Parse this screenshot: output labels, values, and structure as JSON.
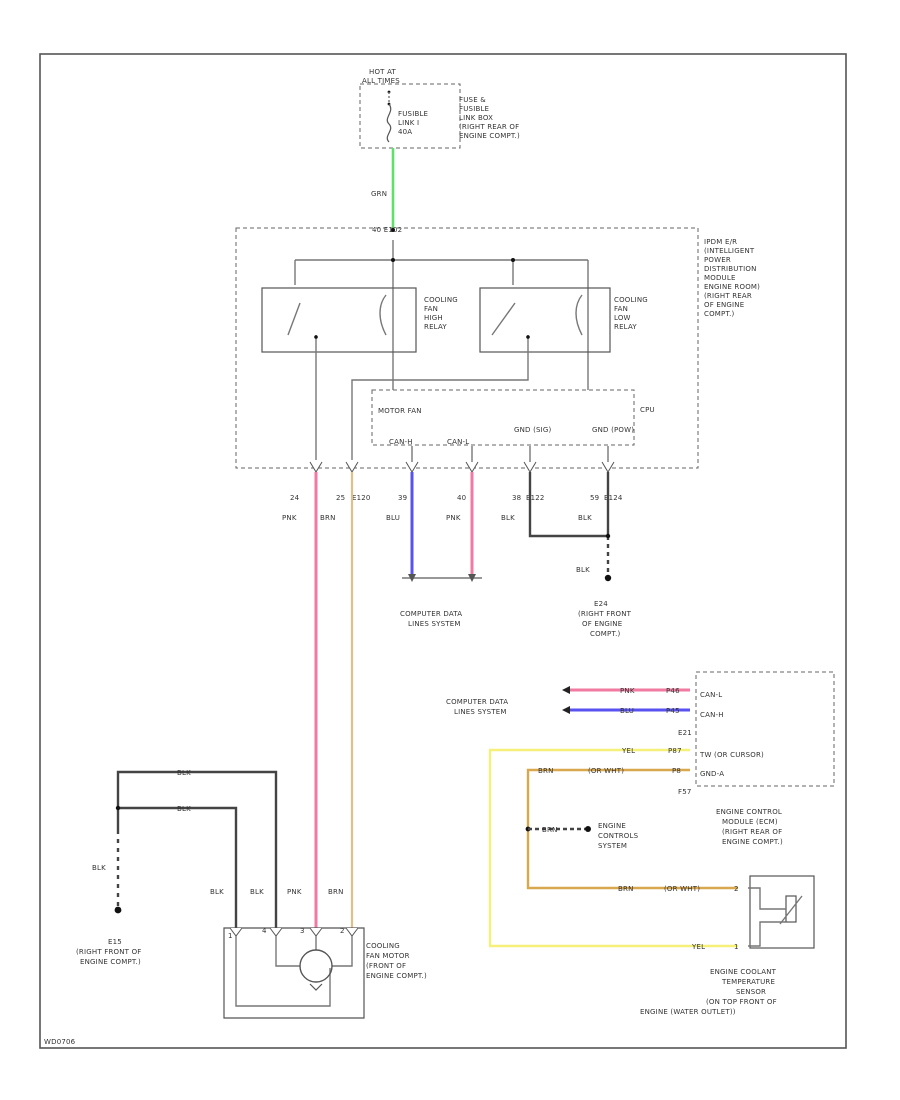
{
  "colors": {
    "pink": "#f07aa0",
    "green": "#5fe06a",
    "blue": "#5a52f0",
    "yellow": "#f4f07a",
    "tan": "#e0c088",
    "orange_tan": "#d9a84e",
    "black_wire": "#444444"
  },
  "battery": {
    "hot_label": [
      "HOT AT",
      "ALL TIMES"
    ],
    "fuse_label": [
      "FUSIBLE",
      "LINK I",
      "40A"
    ],
    "fuse_box_label": [
      "FUSE &",
      "FUSIBLE",
      "LINK BOX",
      "(RIGHT REAR OF",
      "ENGINE COMPT.)"
    ]
  },
  "feed_wire_color": "GRN",
  "ipdm_connector": "40 E102",
  "ipdm_label": [
    "IPDM E/R",
    "(INTELLIGENT",
    "POWER",
    "DISTRIBUTION",
    "MODULE",
    "ENGINE ROOM)",
    "(RIGHT REAR",
    "OF ENGINE",
    "COMPT.)"
  ],
  "high_relay_label": [
    "COOLING",
    "FAN",
    "HIGH",
    "RELAY"
  ],
  "low_relay_label": [
    "COOLING",
    "FAN",
    "LOW",
    "RELAY"
  ],
  "cpu_label": "CPU",
  "motor_fan_label": "MOTOR FAN",
  "cpu_pins": [
    "CAN-H",
    "CAN-L",
    "GND (SIG)",
    "GND (POW)"
  ],
  "ipdm_wires": [
    {
      "pin": "24",
      "conn": "",
      "color": "PNK"
    },
    {
      "pin": "25",
      "conn": "E120",
      "color": "BRN"
    },
    {
      "pin": "39",
      "conn": "",
      "color": "BLU"
    },
    {
      "pin": "40",
      "conn": "",
      "color": "PNK"
    },
    {
      "pin": "38",
      "conn": "E122",
      "color": "BLK"
    },
    {
      "pin": "59",
      "conn": "E124",
      "color": "BLK"
    }
  ],
  "ground_e24": {
    "wire": "BLK",
    "label": [
      "E24",
      "(RIGHT FRONT",
      "OF ENGINE",
      "COMPT.)"
    ]
  },
  "comp_data_1": [
    "COMPUTER DATA",
    "LINES SYSTEM"
  ],
  "comp_data_2": [
    "COMPUTER DATA",
    "LINES SYSTEM"
  ],
  "ecm_wires": [
    {
      "color": "PNK",
      "pin": "P46",
      "signal": "CAN-L"
    },
    {
      "color": "BLU",
      "pin": "P45",
      "signal": "CAN-H"
    },
    {
      "color": "YEL",
      "pin": "P87",
      "signal": "TW (OR CURSOR)"
    },
    {
      "color": "BRN",
      "color2": "(OR WHT)",
      "pin": "P8",
      "signal": "GND-A"
    }
  ],
  "ecm_connectors": [
    "E21",
    "F57"
  ],
  "ecm_label": [
    "ENGINE CONTROL",
    "MODULE (ECM)",
    "(RIGHT REAR OF",
    "ENGINE COMPT.)"
  ],
  "engine_controls": {
    "wire": "BRN",
    "label": [
      "ENGINE",
      "CONTROLS",
      "SYSTEM"
    ]
  },
  "ect_wires": [
    {
      "color": "BRN",
      "color2": "(OR WHT)",
      "pin": "2"
    },
    {
      "color": "YEL",
      "pin": "1"
    }
  ],
  "ect_label": [
    "ENGINE COOLANT",
    "TEMPERATURE",
    "SENSOR",
    "(ON TOP FRONT OF",
    "ENGINE (WATER OUTLET))"
  ],
  "motor_wire_top": "BLK",
  "motor_wire_mid": "BLK",
  "ground_e15": {
    "wire": "BLK",
    "label": [
      "E15",
      "(RIGHT FRONT OF",
      "ENGINE COMPT.)"
    ]
  },
  "motor_wire_labels": [
    "BLK",
    "BLK",
    "PNK",
    "BRN"
  ],
  "motor_pins": [
    "1 ",
    "4",
    "3",
    "2"
  ],
  "motor_label": [
    "COOLING",
    "FAN MOTOR",
    "(FRONT OF",
    "ENGINE COMPT.)"
  ],
  "figure_id": "WD0706"
}
